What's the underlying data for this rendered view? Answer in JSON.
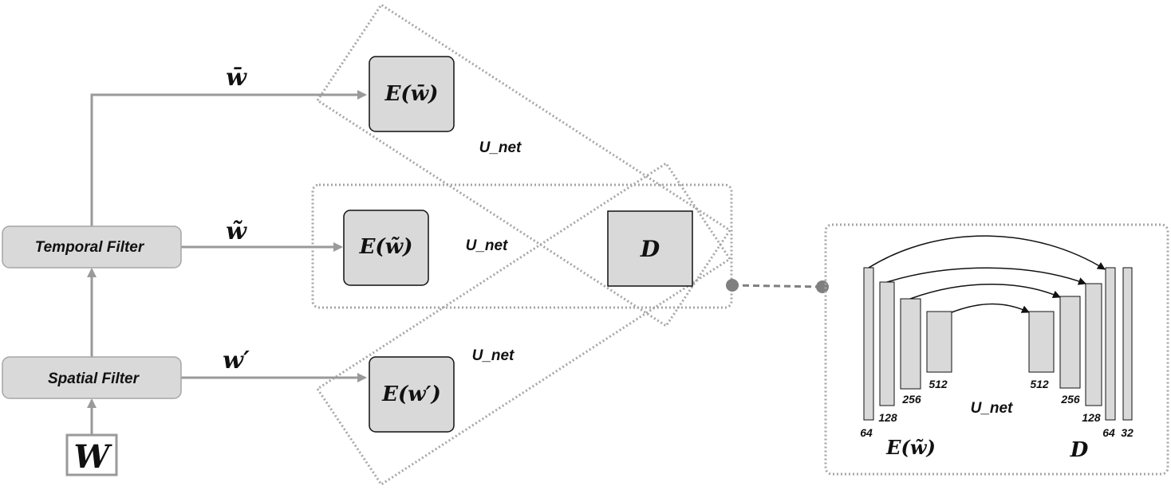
{
  "input": {
    "label": "W"
  },
  "filters": {
    "spatial": "Spatial Filter",
    "temporal": "Temporal Filter"
  },
  "signals": {
    "w_bar": "w̄",
    "w_tilde": "w̃",
    "w_prime": "w′"
  },
  "encoders": {
    "e_bar": {
      "prefix": "E(",
      "arg": "w̄",
      "suffix": ")"
    },
    "e_tilde": {
      "prefix": "E(",
      "arg": "w̃",
      "suffix": ")"
    },
    "e_prime": {
      "prefix": "E(",
      "arg": "w′",
      "suffix": ")"
    }
  },
  "decoder": {
    "label": "D"
  },
  "unet_labels": {
    "top": "U_net",
    "middle": "U_net",
    "bottom": "U_net",
    "detail": "U_net"
  },
  "detail": {
    "encoder_label": {
      "prefix": "E(",
      "arg": "w̃",
      "suffix": ")"
    },
    "decoder_label": "D",
    "channels": {
      "enc": [
        "64",
        "128",
        "256",
        "512"
      ],
      "dec": [
        "512",
        "256",
        "128",
        "64",
        "32"
      ]
    }
  },
  "colors": {
    "block_fill": "#d9d9d9",
    "line": "#9a9a9a",
    "dotted": "#a6a6a6",
    "text": "#111111"
  }
}
